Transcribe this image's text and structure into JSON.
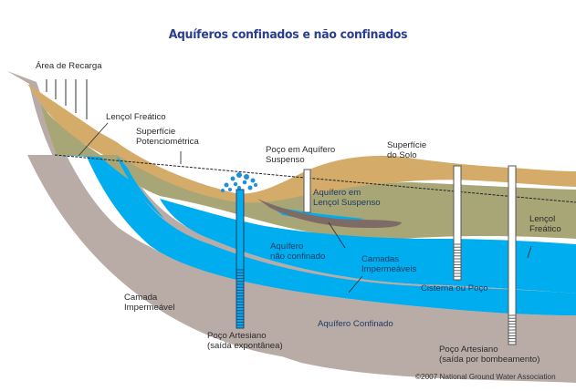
{
  "title": "Aquíferos confinados e não confinados",
  "labels": {
    "recharge_area": "Área de Recarga",
    "water_table_left": "Lençol Freático",
    "potentiometric_surface": "Superfície\nPotenciométrica",
    "perched_well": "Poço em Aquífero\nSuspenso",
    "ground_surface": "Superfície\ndo Solo",
    "perched_aquifer": "Aquífero em\nLençol Suspenso",
    "water_table_right": "Lençol\nFreático",
    "unconfined_aquifer": "Aquífero\nnão confinado",
    "impermeable_layers": "Camadas\nImpermeáveis",
    "cistern_well": "Cisterna ou Poço",
    "impermeable_layer": "Camada\nImpermeável",
    "confined_aquifer": "Aquífero Confinado",
    "flowing_artesian_well": "Poço Artesiano\n(saída expontânea)",
    "pumped_artesian_well": "Poço Artesiano\n(saída por bombeamento)"
  },
  "credit": "©2007 National Ground Water Association",
  "colors": {
    "title": "#2a3d8f",
    "soil": "#d4ab68",
    "unsaturated": "#a8a676",
    "water": "#00adee",
    "impermeable": "#b9aca7",
    "perched_clay": "#7f6b66",
    "well_casing": "#ffffff",
    "well_outline": "#555555"
  }
}
